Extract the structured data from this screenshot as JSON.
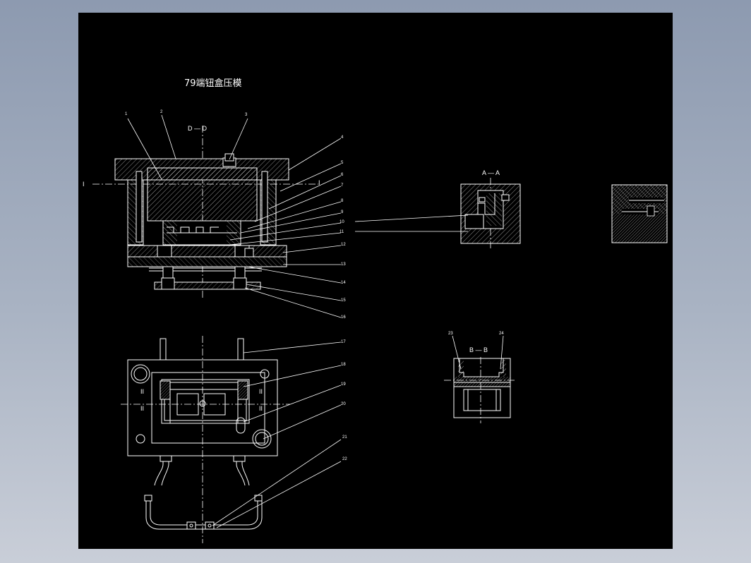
{
  "drawing": {
    "title": "79端钮盒压模",
    "section_labels": {
      "d": "D — D",
      "a": "A — A",
      "b": "B — B",
      "i_left": "I",
      "i_right": "I",
      "ii_1": "II",
      "ii_2": "II",
      "ii_3": "II",
      "ii_4": "II"
    },
    "part_numbers": [
      "1",
      "2",
      "3",
      "4",
      "5",
      "6",
      "7",
      "8",
      "9",
      "10",
      "11",
      "12",
      "13",
      "14",
      "15",
      "16",
      "17",
      "18",
      "19",
      "20",
      "21",
      "22",
      "23",
      "24"
    ]
  }
}
